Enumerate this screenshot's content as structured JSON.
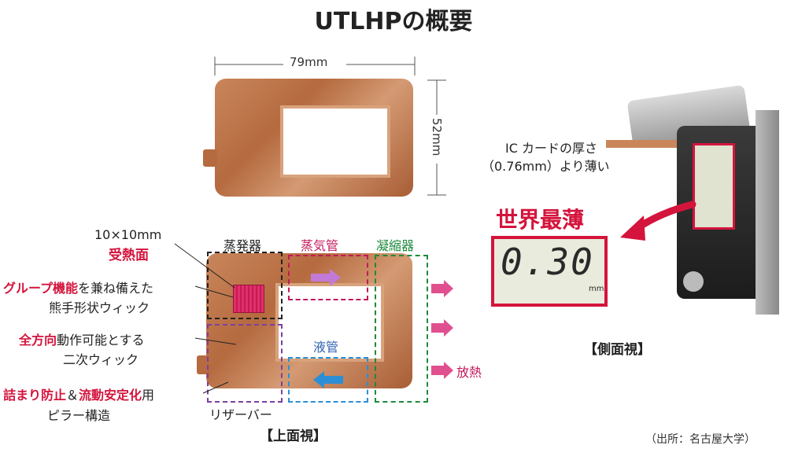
{
  "title": "UTLHPの概要",
  "top_view": {
    "width_label": "79mm",
    "height_label": "52mm"
  },
  "diagram": {
    "heat_receive_size": "10×10mm",
    "heat_receive_label": "受熱面",
    "wick_line1_red": "グループ機能",
    "wick_line1_rest": "を兼ね備えた",
    "wick_line2": "熊手形状ウィック",
    "secondary_red": "全方向",
    "secondary_rest": "動作可能とする",
    "secondary_line2": "二次ウィック",
    "pillar_red1": "詰まり防止",
    "pillar_amp": "＆",
    "pillar_red2": "流動安定化",
    "pillar_rest": "用",
    "pillar_line2": "ピラー構造",
    "reservoir": "リザーバー",
    "evaporator": "蒸発器",
    "vapor_pipe": "蒸気管",
    "condenser": "凝縮器",
    "liquid_pipe": "液管",
    "heat_release": "放熱",
    "caption": "【上面視】"
  },
  "side_view": {
    "note_line1": "IC カードの厚さ",
    "note_line2": "（0.76mm）より薄い",
    "thinnest": "世界最薄",
    "reading": "0.30",
    "reading_unit": "mm",
    "caption": "【側面視】"
  },
  "credit": "（出所：名古屋大学）",
  "colors": {
    "red": "#d4143c",
    "black_box": "#222222",
    "pink_box": "#c2185b",
    "green_box": "#1d8a3c",
    "blue_box": "#2c8fd6",
    "purple_box": "#7b3fa0",
    "arrow_pink": "#e0508f",
    "copper": "#b56a3f"
  }
}
